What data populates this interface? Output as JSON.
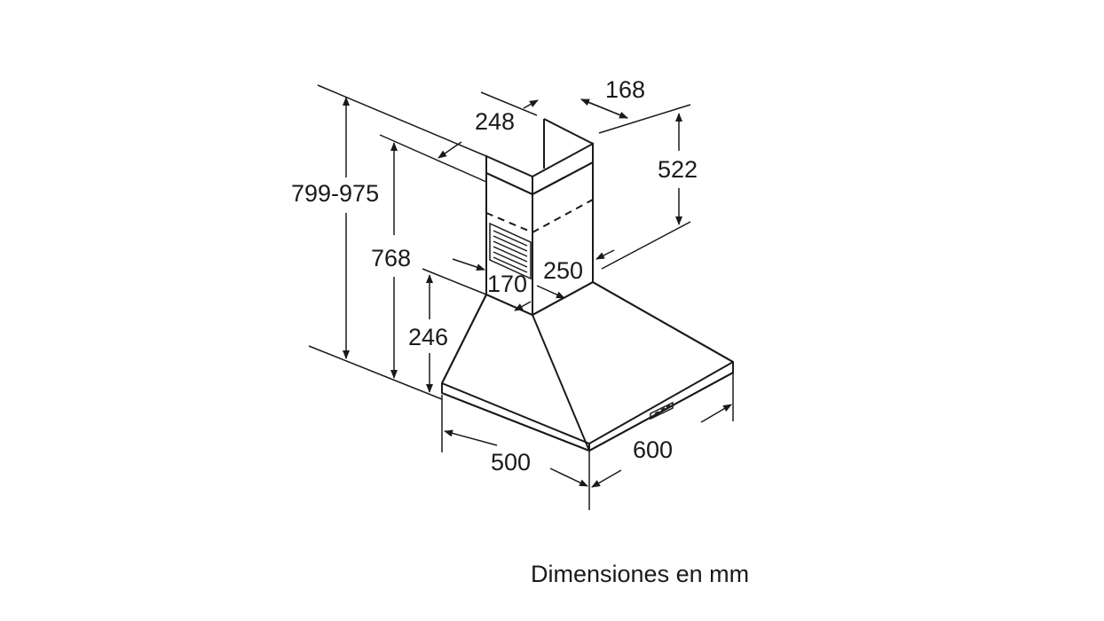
{
  "dimensions": {
    "total_height": "799-975",
    "hood_height": "768",
    "canopy_height": "246",
    "chimney_width": "248",
    "chimney_depth": "168",
    "chimney_upper_height": "522",
    "lower_chimney_width": "170",
    "lower_chimney_depth": "250",
    "canopy_depth": "500",
    "canopy_width": "600"
  },
  "caption": "Dimensiones en mm"
}
